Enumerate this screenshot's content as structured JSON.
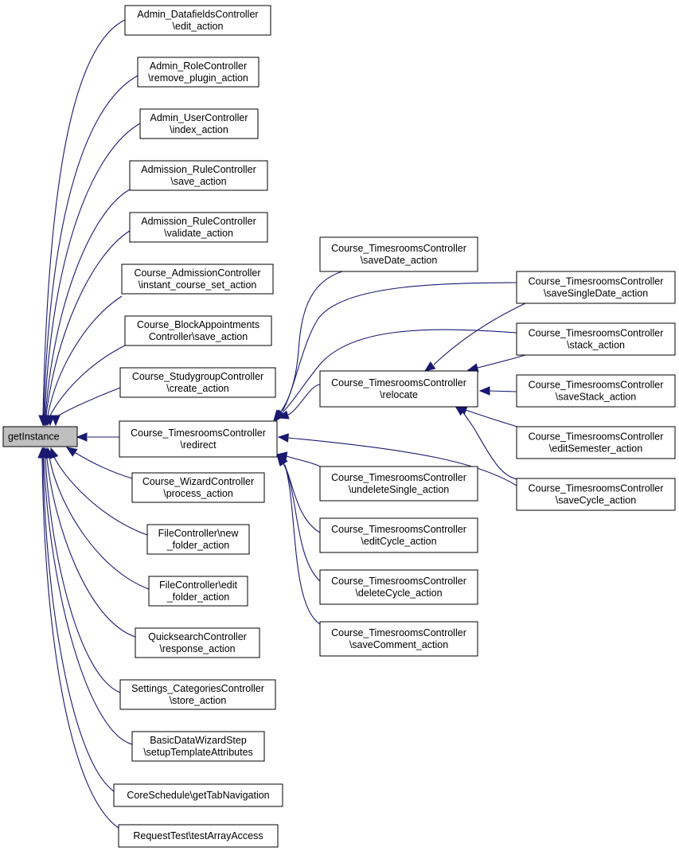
{
  "colors": {
    "edge": "#191970",
    "node_border": "#000000",
    "node_fill": "#ffffff",
    "root_fill": "#bfbfbf"
  },
  "nodes": [
    {
      "id": "getInstance",
      "lines": [
        "getInstance"
      ],
      "root": true
    },
    {
      "id": "n1",
      "lines": [
        "Admin_DatafieldsController",
        "\\edit_action"
      ]
    },
    {
      "id": "n2",
      "lines": [
        "Admin_RoleController",
        "\\remove_plugin_action"
      ]
    },
    {
      "id": "n3",
      "lines": [
        "Admin_UserController",
        "\\index_action"
      ]
    },
    {
      "id": "n4",
      "lines": [
        "Admission_RuleController",
        "\\save_action"
      ]
    },
    {
      "id": "n5",
      "lines": [
        "Admission_RuleController",
        "\\validate_action"
      ]
    },
    {
      "id": "n6",
      "lines": [
        "Course_AdmissionController",
        "\\instant_course_set_action"
      ]
    },
    {
      "id": "n7",
      "lines": [
        "Course_BlockAppointments",
        "Controller\\save_action"
      ]
    },
    {
      "id": "n8",
      "lines": [
        "Course_StudygroupController",
        "\\create_action"
      ]
    },
    {
      "id": "redirect",
      "lines": [
        "Course_TimesroomsController",
        "\\redirect"
      ]
    },
    {
      "id": "n10",
      "lines": [
        "Course_WizardController",
        "\\process_action"
      ]
    },
    {
      "id": "n11",
      "lines": [
        "FileController\\new",
        "_folder_action"
      ]
    },
    {
      "id": "n12",
      "lines": [
        "FileController\\edit",
        "_folder_action"
      ]
    },
    {
      "id": "n13",
      "lines": [
        "QuicksearchController",
        "\\response_action"
      ]
    },
    {
      "id": "n14",
      "lines": [
        "Settings_CategoriesController",
        "\\store_action"
      ]
    },
    {
      "id": "n15",
      "lines": [
        "BasicDataWizardStep",
        "\\setupTemplateAttributes"
      ]
    },
    {
      "id": "n16",
      "lines": [
        "CoreSchedule\\getTabNavigation"
      ]
    },
    {
      "id": "n17",
      "lines": [
        "RequestTest\\testArrayAccess"
      ]
    },
    {
      "id": "saveDate",
      "lines": [
        "Course_TimesroomsController",
        "\\saveDate_action"
      ]
    },
    {
      "id": "relocate",
      "lines": [
        "Course_TimesroomsController",
        "\\relocate"
      ]
    },
    {
      "id": "undeleteSingle",
      "lines": [
        "Course_TimesroomsController",
        "\\undeleteSingle_action"
      ]
    },
    {
      "id": "editCycle",
      "lines": [
        "Course_TimesroomsController",
        "\\editCycle_action"
      ]
    },
    {
      "id": "deleteCycle",
      "lines": [
        "Course_TimesroomsController",
        "\\deleteCycle_action"
      ]
    },
    {
      "id": "saveComment",
      "lines": [
        "Course_TimesroomsController",
        "\\saveComment_action"
      ]
    },
    {
      "id": "saveSingleDate",
      "lines": [
        "Course_TimesroomsController",
        "\\saveSingleDate_action"
      ]
    },
    {
      "id": "stack",
      "lines": [
        "Course_TimesroomsController",
        "\\stack_action"
      ]
    },
    {
      "id": "saveStack",
      "lines": [
        "Course_TimesroomsController",
        "\\saveStack_action"
      ]
    },
    {
      "id": "editSemester",
      "lines": [
        "Course_TimesroomsController",
        "\\editSemester_action"
      ]
    },
    {
      "id": "saveCycle",
      "lines": [
        "Course_TimesroomsController",
        "\\saveCycle_action"
      ]
    }
  ],
  "edges": [
    {
      "from": "n1",
      "to": "getInstance"
    },
    {
      "from": "n2",
      "to": "getInstance"
    },
    {
      "from": "n3",
      "to": "getInstance"
    },
    {
      "from": "n4",
      "to": "getInstance"
    },
    {
      "from": "n5",
      "to": "getInstance"
    },
    {
      "from": "n6",
      "to": "getInstance"
    },
    {
      "from": "n7",
      "to": "getInstance"
    },
    {
      "from": "n8",
      "to": "getInstance"
    },
    {
      "from": "redirect",
      "to": "getInstance"
    },
    {
      "from": "n10",
      "to": "getInstance"
    },
    {
      "from": "n11",
      "to": "getInstance"
    },
    {
      "from": "n12",
      "to": "getInstance"
    },
    {
      "from": "n13",
      "to": "getInstance"
    },
    {
      "from": "n14",
      "to": "getInstance"
    },
    {
      "from": "n15",
      "to": "getInstance"
    },
    {
      "from": "n16",
      "to": "getInstance"
    },
    {
      "from": "n17",
      "to": "getInstance"
    },
    {
      "from": "relocate",
      "to": "redirect"
    },
    {
      "from": "saveDate",
      "to": "redirect"
    },
    {
      "from": "saveSingleDate",
      "to": "redirect"
    },
    {
      "from": "stack",
      "to": "redirect"
    },
    {
      "from": "saveCycle",
      "to": "redirect"
    },
    {
      "from": "undeleteSingle",
      "to": "redirect"
    },
    {
      "from": "editCycle",
      "to": "redirect"
    },
    {
      "from": "deleteCycle",
      "to": "redirect"
    },
    {
      "from": "saveComment",
      "to": "redirect"
    },
    {
      "from": "saveSingleDate",
      "to": "relocate"
    },
    {
      "from": "stack",
      "to": "relocate"
    },
    {
      "from": "saveStack",
      "to": "relocate"
    },
    {
      "from": "editSemester",
      "to": "relocate"
    },
    {
      "from": "saveCycle",
      "to": "relocate"
    }
  ]
}
